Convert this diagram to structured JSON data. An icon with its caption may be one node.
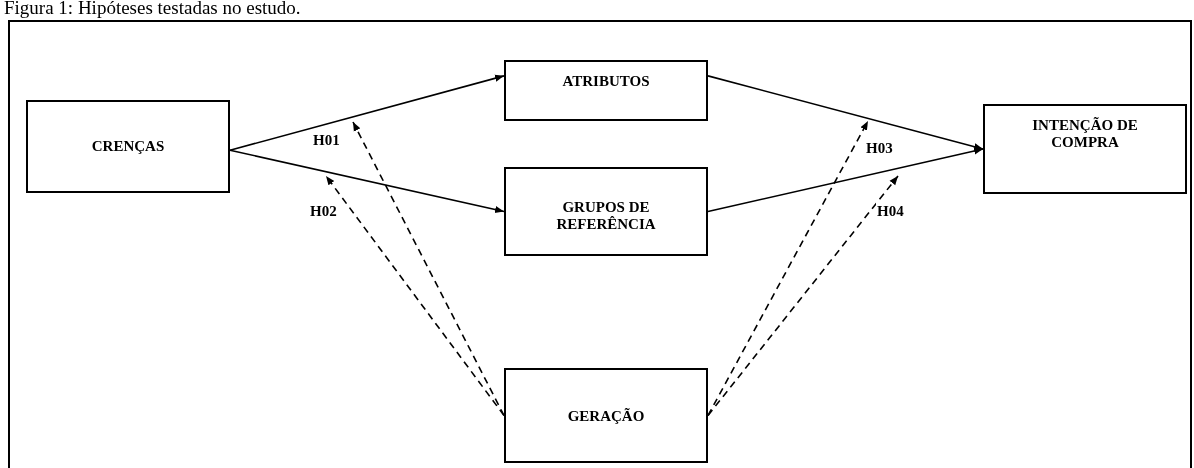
{
  "diagram": {
    "title": "Figura 1: Hipóteses testadas no estudo.",
    "nodes": [
      {
        "text": [
          "CRENÇAS"
        ]
      },
      {
        "text": [
          "ATRIBUTOS"
        ]
      },
      {
        "text": [
          "GRUPOS DE REFERÊNCIA"
        ]
      },
      {
        "text": [
          "INTENÇÃO DE COMPRA"
        ]
      },
      {
        "text": [
          "GERAÇÃO"
        ]
      }
    ],
    "edges": [
      {
        "from": 0,
        "to": 1,
        "arrow": "to"
      },
      {
        "from": 0,
        "to": 2,
        "arrow": "to"
      },
      {
        "from": 1,
        "to": 3,
        "arrow": "to"
      },
      {
        "from": 2,
        "to": 3,
        "arrow": "to"
      },
      {
        "from": 4,
        "to": null,
        "arrow": "to",
        "label": "H01",
        "style": "dashed"
      },
      {
        "from": 4,
        "to": null,
        "arrow": "to",
        "label": "H02",
        "style": "dashed"
      },
      {
        "from": 4,
        "to": null,
        "arrow": "to",
        "label": "H03",
        "style": "dashed"
      },
      {
        "from": 4,
        "to": null,
        "arrow": "to",
        "label": "H04",
        "style": "dashed"
      }
    ]
  }
}
